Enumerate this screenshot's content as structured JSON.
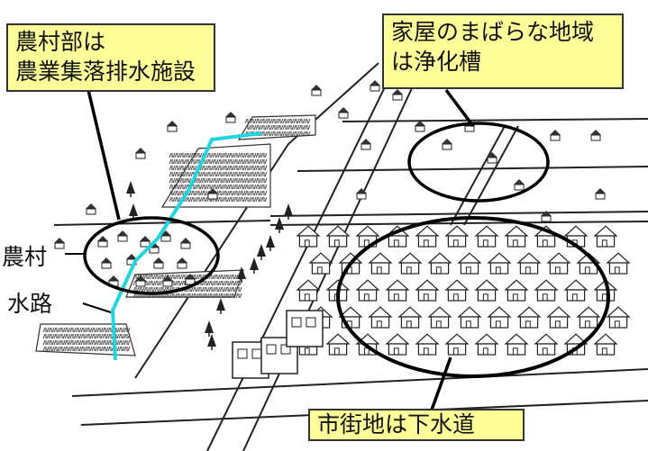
{
  "callouts": {
    "rural": {
      "line1": "農村部は",
      "line2": "農業集落排水施設"
    },
    "sparse": {
      "line1": "家屋のまばらな地域",
      "line2": "は浄化槽"
    },
    "urban": {
      "line1": "市街地は下水道"
    }
  },
  "labels": {
    "village": "農村",
    "waterway": "水路"
  },
  "colors": {
    "callout_fill": "#ffff99",
    "waterway": "#1fd6e0",
    "ink": "#111111"
  }
}
